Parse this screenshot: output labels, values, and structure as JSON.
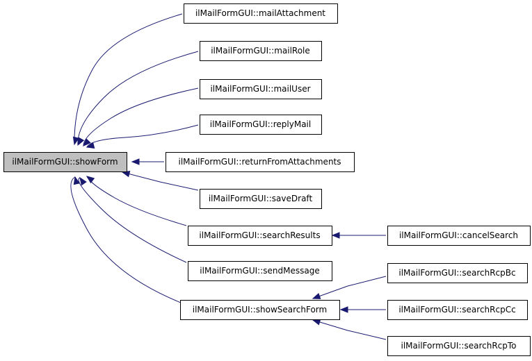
{
  "diagram": {
    "type": "call-graph",
    "nodes": [
      {
        "id": "showForm",
        "label": "ilMailFormGUI::showForm",
        "highlighted": true
      },
      {
        "id": "mailAttachment",
        "label": "ilMailFormGUI::mailAttachment"
      },
      {
        "id": "mailRole",
        "label": "ilMailFormGUI::mailRole"
      },
      {
        "id": "mailUser",
        "label": "ilMailFormGUI::mailUser"
      },
      {
        "id": "replyMail",
        "label": "ilMailFormGUI::replyMail"
      },
      {
        "id": "returnFromAttachments",
        "label": "ilMailFormGUI::returnFromAttachments"
      },
      {
        "id": "saveDraft",
        "label": "ilMailFormGUI::saveDraft"
      },
      {
        "id": "searchResults",
        "label": "ilMailFormGUI::searchResults"
      },
      {
        "id": "sendMessage",
        "label": "ilMailFormGUI::sendMessage"
      },
      {
        "id": "showSearchForm",
        "label": "ilMailFormGUI::showSearchForm"
      },
      {
        "id": "cancelSearch",
        "label": "ilMailFormGUI::cancelSearch"
      },
      {
        "id": "searchRcpBc",
        "label": "ilMailFormGUI::searchRcpBc"
      },
      {
        "id": "searchRcpCc",
        "label": "ilMailFormGUI::searchRcpCc"
      },
      {
        "id": "searchRcpTo",
        "label": "ilMailFormGUI::searchRcpTo"
      }
    ],
    "edges": [
      {
        "from": "mailAttachment",
        "to": "showForm"
      },
      {
        "from": "mailRole",
        "to": "showForm"
      },
      {
        "from": "mailUser",
        "to": "showForm"
      },
      {
        "from": "replyMail",
        "to": "showForm"
      },
      {
        "from": "returnFromAttachments",
        "to": "showForm"
      },
      {
        "from": "saveDraft",
        "to": "showForm"
      },
      {
        "from": "searchResults",
        "to": "showForm"
      },
      {
        "from": "sendMessage",
        "to": "showForm"
      },
      {
        "from": "showSearchForm",
        "to": "showForm"
      },
      {
        "from": "cancelSearch",
        "to": "searchResults"
      },
      {
        "from": "searchRcpBc",
        "to": "showSearchForm"
      },
      {
        "from": "searchRcpCc",
        "to": "showSearchForm"
      },
      {
        "from": "searchRcpTo",
        "to": "showSearchForm"
      }
    ],
    "colors": {
      "edge": "#191970",
      "node_fill": "#ffffff",
      "highlight_fill": "#bfbfbf",
      "border": "#000000"
    }
  }
}
